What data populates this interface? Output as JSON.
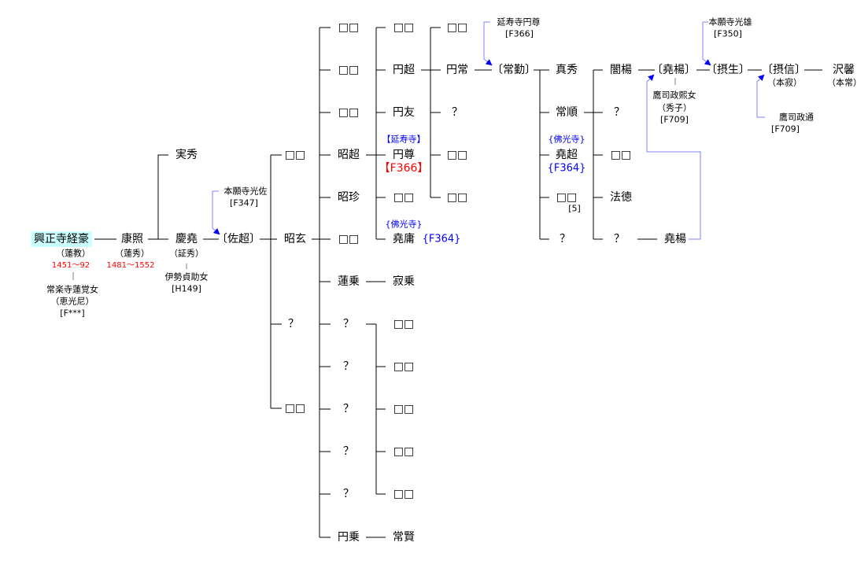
{
  "nodes": {
    "root": "興正寺経豪",
    "root_alias": "（蓮教）",
    "root_years": "1451～92",
    "root_wife": "常楽寺蓮覚女",
    "root_wife_alias": "（恵光尼）",
    "root_wife_ref": "[F***]",
    "kosho": "康照",
    "kosho_alias": "（蓮秀）",
    "kosho_years": "1481～1552",
    "jitsushu": "実秀",
    "keigyo": "慶堯",
    "keigyo_alias": "（証秀）",
    "keigyo_wife": "伊勢貞助女",
    "keigyo_wife_ref": "[H149]",
    "sacho": "〔佐超〕",
    "sacho_father": "本願寺光佐",
    "sacho_father_ref": "[F347]",
    "shogen": "昭玄",
    "g2_a": "□□",
    "g2_b": "？",
    "g2_c": "□□",
    "g3_1": "□□",
    "g3_2": "□□",
    "g3_3": "□□",
    "g3_4": "昭超",
    "g3_5": "昭珍",
    "g3_6": "□□",
    "g3_7": "蓮乗",
    "g3_8": "？",
    "g3_9": "？",
    "g3_10": "？",
    "g3_11": "？",
    "g3_12": "？",
    "g3_13": "円乗",
    "g4_1": "□□",
    "g4_2": "円超",
    "g4_3": "円友",
    "g4_4": "円尊",
    "g4_4_temple": "【延寿寺】",
    "g4_4_ref": "【F366】",
    "g4_5": "□□",
    "g4_6": "堯庸",
    "g4_6_temple": "{佛光寺}",
    "g4_6_ref": "{F364}",
    "g4_7": "寂乗",
    "g4_8": "□□",
    "g4_9": "□□",
    "g4_10": "□□",
    "g4_11": "□□",
    "g4_12": "□□",
    "g4_13": "常賢",
    "g5_1": "□□",
    "g5_2": "円常",
    "g5_3": "？",
    "g5_4": "□□",
    "g5_5": "□□",
    "jokin": "〔常勤〕",
    "jokin_father": "延寿寺円尊",
    "jokin_father_ref": "[F366]",
    "g7_1": "真秀",
    "g7_2": "常順",
    "g7_3": "堯超",
    "g7_3_temple": "{佛光寺}",
    "g7_3_ref": "{F364}",
    "g7_4": "□□",
    "g7_4_note": "[5]",
    "g7_5": "？",
    "g8_1": "闇楊",
    "g8_2": "？",
    "g8_3": "□□",
    "g8_4": "法徳",
    "g8_5": "？",
    "gyoyo_b": "堯楊",
    "gyoyo": "〔堯楊〕",
    "gyoyo_wife": "鷹司政熙女",
    "gyoyo_wife_alias": "（秀子）",
    "gyoyo_wife_ref": "[F709]",
    "sessho": "〔摂生〕",
    "sessho_father": "本願寺光雄",
    "sessho_father_ref": "[F350]",
    "sesshin": "〔摂信〕",
    "sesshin_alias": "（本寂）",
    "sesshin_father": "鷹司政通",
    "sesshin_father_ref": "[F709]",
    "takukei": "沢馨",
    "takukei_alias": "（本常）"
  },
  "colors": {
    "line": "#000000",
    "adoption_line": "#8080ff",
    "arrow": "#0000ff",
    "highlight": "#ccffff",
    "years": "#ff0000",
    "temple": "#0000ff"
  }
}
